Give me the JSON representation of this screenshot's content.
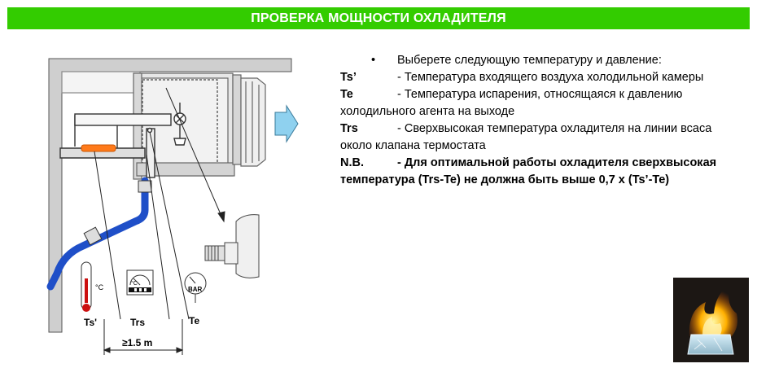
{
  "header": {
    "title": "ПРОВЕРКА МОЩНОСТИ ОХЛАДИТЕЛЯ",
    "bg_color": "#33cc00"
  },
  "diagram": {
    "label_ts": "Ts'",
    "label_trs": "Trs",
    "label_te": "Te",
    "label_distance": "≥1.5 m",
    "unit_celsius": "°C",
    "gauge_text": "BAR",
    "dial_unit": "°C",
    "pipe_color": "#1f4fc8",
    "thermo_color": "#cc1111"
  },
  "content": {
    "bullet_symbol": "•",
    "intro": "Выберете следующую температуру и давление:",
    "items": [
      {
        "term": "Ts’",
        "desc": "- Температура входящего воздуха холодильной камеры"
      },
      {
        "term": "Te",
        "desc": "- Температура испарения, относящаяся к давлению",
        "cont": "холодильного агента на выходе"
      },
      {
        "term": "Trs",
        "desc": "- Сверхвысокая температура охладителя на линии всаса",
        "cont": "около клапана термостата"
      }
    ],
    "note_term": "N.B.",
    "note_desc": "- Для оптимальной работы охладителя сверхвысокая",
    "note_cont": "температура (Trs-Te) не должна быть выше 0,7 х (Ts’-Te)"
  },
  "photo": {
    "icon": "flame-on-ice-icon"
  }
}
